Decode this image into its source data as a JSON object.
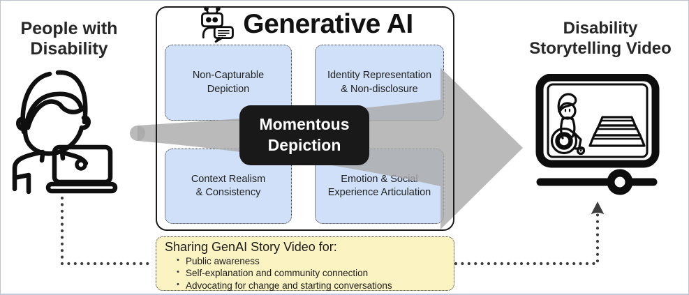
{
  "colors": {
    "factor_blue": "#cfe0f8",
    "note_yellow": "#fbf3c2",
    "arrow_gray": "#a9a9a9",
    "badge_black": "#191919",
    "dotted_connector": "#3d3d3d"
  },
  "left_actor": {
    "icon": "person-with-laptop-icon",
    "title_line1": "People with",
    "title_line2": "Disability"
  },
  "genai_panel": {
    "icon": "robot-chat-icon",
    "title": "Generative AI",
    "factors": [
      {
        "line1": "Non-Capturable",
        "line2": "Depiction"
      },
      {
        "line1": "Identity Representation",
        "line2": "& Non-disclosure"
      },
      {
        "line1": "Context Realism",
        "line2": "& Consistency"
      },
      {
        "line1": "Emotion & Social",
        "line2": "Experience Articulation"
      }
    ],
    "center_badge": {
      "line1": "Momentous",
      "line2": "Depiction"
    }
  },
  "right_output": {
    "icon": "disability-video-player-icon",
    "title_line1": "Disability",
    "title_line2": "Storytelling Video"
  },
  "sharing_note": {
    "title": "Sharing GenAI Story Video for:",
    "bullets": [
      "Public awareness",
      "Self-explanation and community connection",
      "Advocating for change and starting conversations"
    ]
  }
}
